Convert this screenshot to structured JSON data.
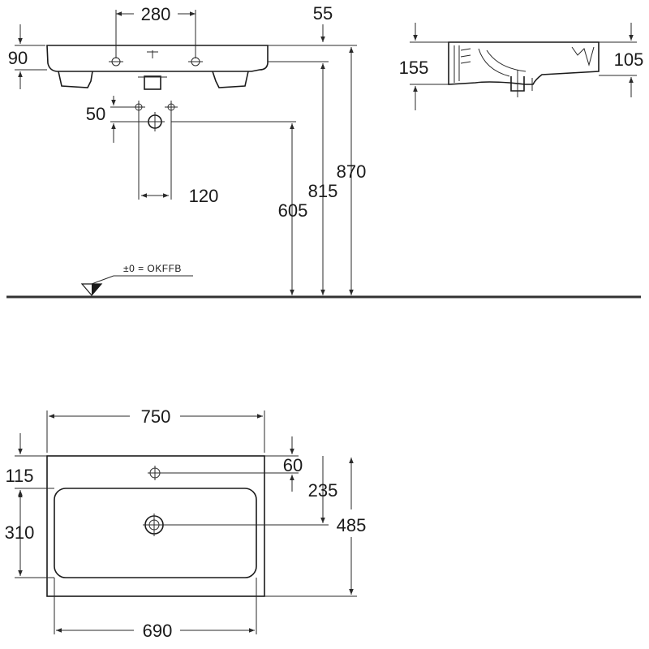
{
  "dimensions": {
    "front_view": {
      "tap_hole_spacing": "280",
      "top_offset": "55",
      "rim_height": "90",
      "inlet_spacing_vertical": "50",
      "inlet_spacing_horizontal": "120",
      "inlet_height": "605",
      "bowl_height": "815",
      "rim_top_height": "870"
    },
    "side_view": {
      "overall_height": "155",
      "front_height": "105"
    },
    "floor_reference": "±0 = OKFFB",
    "plan_view": {
      "overall_width": "750",
      "bowl_width": "690",
      "back_to_bowl": "115",
      "tap_hole_offset": "60",
      "tap_to_drain": "235",
      "bowl_depth": "310",
      "overall_depth": "485"
    }
  }
}
